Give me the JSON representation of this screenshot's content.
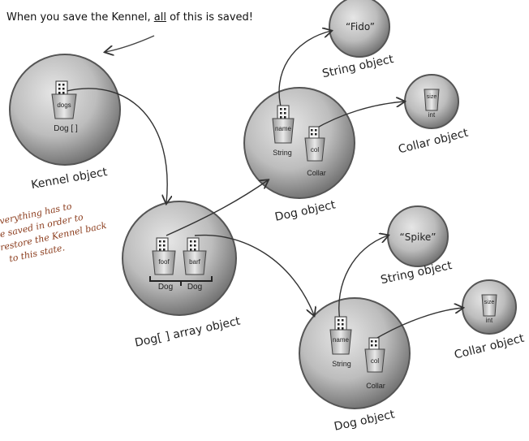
{
  "headline": {
    "before": "When you save the Kennel, ",
    "underlined": "all",
    "after": " of this is saved!"
  },
  "side_note": [
    "Everything has to",
    "be saved in order to",
    "restore the Kennel back",
    "to this state."
  ],
  "nodes": {
    "kennel": {
      "caption": "Kennel object",
      "cup_label": "dogs",
      "type_label": "Dog [ ]"
    },
    "dog_array": {
      "caption": "Dog[ ] array object",
      "cup1_label": "foof",
      "cup2_label": "barf",
      "type1_label": "Dog",
      "type2_label": "Dog"
    },
    "dog1": {
      "caption": "Dog object",
      "name_cup": "name",
      "name_type": "String",
      "col_cup": "col",
      "col_type": "Collar"
    },
    "dog2": {
      "caption": "Dog object",
      "name_cup": "name",
      "name_type": "String",
      "col_cup": "col",
      "col_type": "Collar"
    },
    "string1": {
      "caption": "String object",
      "value": "“Fido”"
    },
    "string2": {
      "caption": "String object",
      "value": "“Spike”"
    },
    "collar1": {
      "caption": "Collar object",
      "cup_label": "size",
      "type_label": "int"
    },
    "collar2": {
      "caption": "Collar object",
      "cup_label": "size",
      "type_label": "int"
    }
  },
  "colors": {
    "sphere_light": "#d8d8d8",
    "sphere_dark": "#6a6a6a",
    "note_text": "#8a3a1a",
    "line": "#333333"
  }
}
